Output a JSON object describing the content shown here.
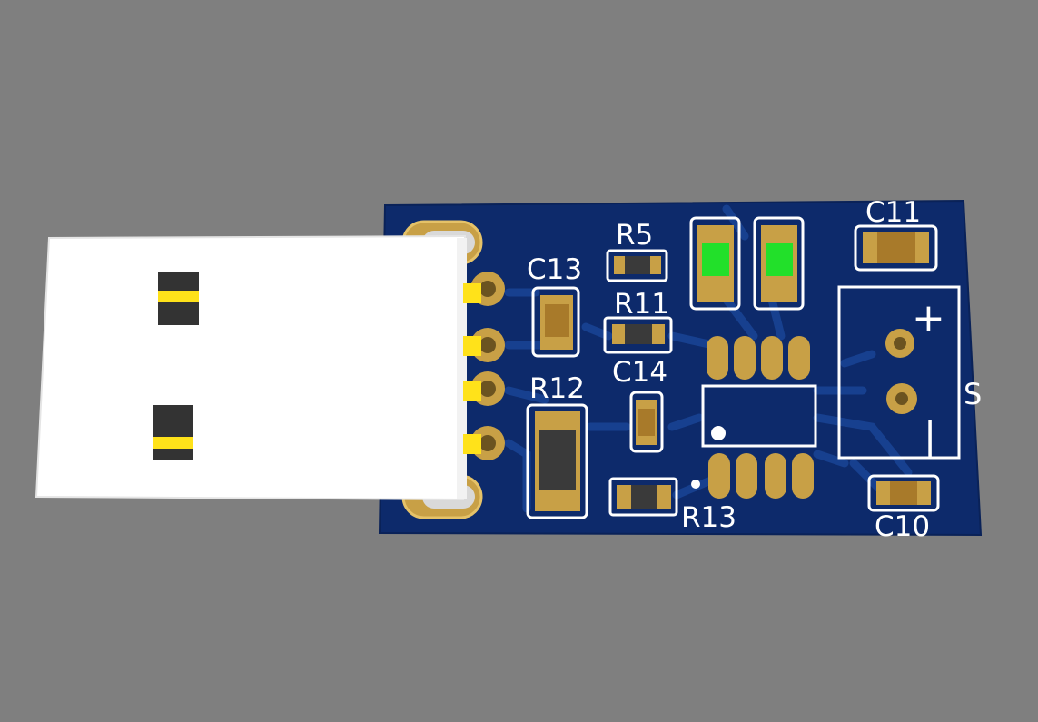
{
  "viewport": {
    "background_color": "#7f7f7f"
  },
  "board": {
    "substrate_color": "#0d2a6b",
    "trace_color": "#143a86",
    "silkscreen_color": "#ffffff",
    "pad_color": "#c8a046",
    "component_body_color": "#c08a30",
    "resistor_body_color": "#3a3a3a",
    "led_color": "#22e02a",
    "usb_shell_color": "#ffffff",
    "usb_contact_color": "#ffe21a"
  },
  "labels": {
    "r5": "R5",
    "r11": "R11",
    "r12": "R12",
    "r13": "R13",
    "c10": "C10",
    "c11": "C11",
    "c13": "C13",
    "c14": "C14",
    "plus": "+",
    "minus": "|",
    "s_partial": "S"
  }
}
